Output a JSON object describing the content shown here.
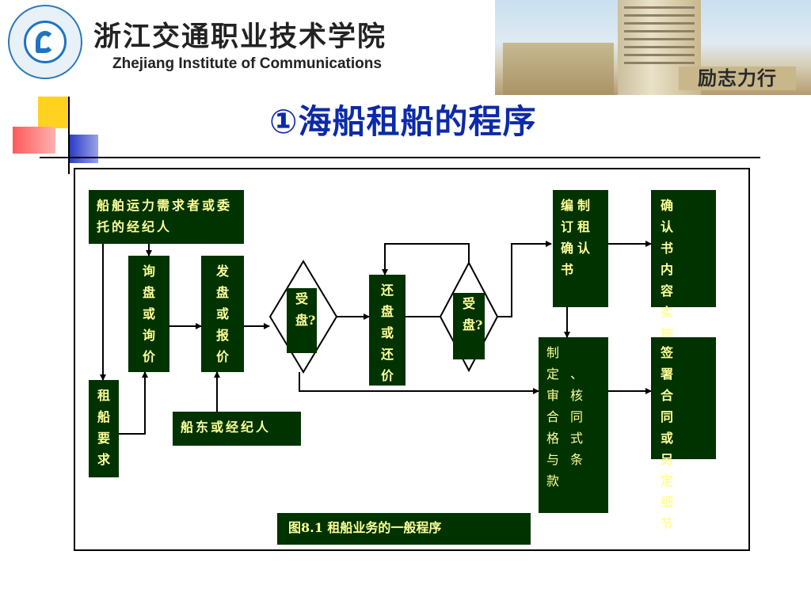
{
  "header": {
    "school_cn": "浙江交通职业技术学院",
    "school_en": "Zhejiang Institute of Communications",
    "slogan": "励志力行"
  },
  "slide": {
    "title": "①海船租船的程序"
  },
  "diagram": {
    "boxes": {
      "demand": "船舶运力需求者或委托的经纪人",
      "inquiry": "询盘或询价",
      "offer": "发盘或报价",
      "accept1": "受盘?",
      "counter": "还盘或还价",
      "accept2": "受盘?",
      "confirm": "编制订租确认书",
      "confirm_content": "确认书内容实施",
      "charter_req": "租船要求",
      "owner": "船东或经纪人",
      "contract": "制定、审核合同格式与条款",
      "sign": "签署合同或另定细节"
    },
    "caption": "图8.1 租船业务的一般程序"
  },
  "colors": {
    "box_fill": "#003300",
    "box_text": "#ffff99",
    "title": "#0c2aa8"
  }
}
